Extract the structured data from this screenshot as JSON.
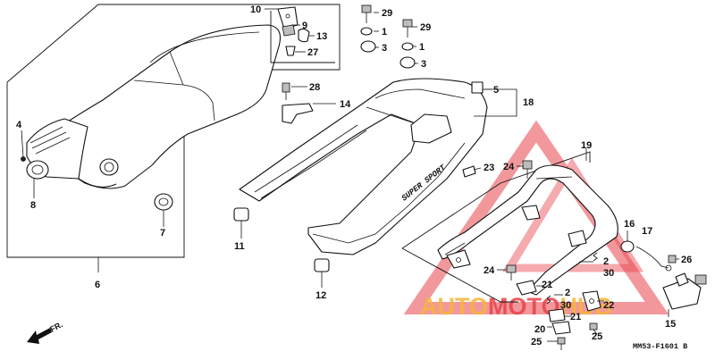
{
  "diagram": {
    "drawing_code": "MM53-F1601",
    "drawing_rev": "B",
    "front_label": "FR.",
    "decal_text": "SUPER SPORT",
    "watermark": {
      "text_part1": "AUTO",
      "text_part2": "MOTO",
      "text_part3": "HUB",
      "color_orange": "#F6B53A",
      "color_red": "#E8434B"
    },
    "callouts": {
      "c1": "10",
      "c2": "9",
      "c3": "13",
      "c4": "27",
      "c5": "29",
      "c6": "1",
      "c7": "3",
      "c8": "29",
      "c9": "1",
      "c10": "3",
      "c11": "28",
      "c12": "14",
      "c13": "5",
      "c14": "18",
      "c15": "4",
      "c16": "8",
      "c17": "7",
      "c18": "6",
      "c19": "11",
      "c20": "12",
      "c21": "23",
      "c22": "24",
      "c23": "19",
      "c24": "16",
      "c25": "17",
      "c26": "26",
      "c27": "2",
      "c28": "30",
      "c29": "24",
      "c30": "21",
      "c31": "2",
      "c32": "30",
      "c33": "22",
      "c34": "21",
      "c35": "20",
      "c36": "25",
      "c37": "25",
      "c38": "15"
    }
  }
}
